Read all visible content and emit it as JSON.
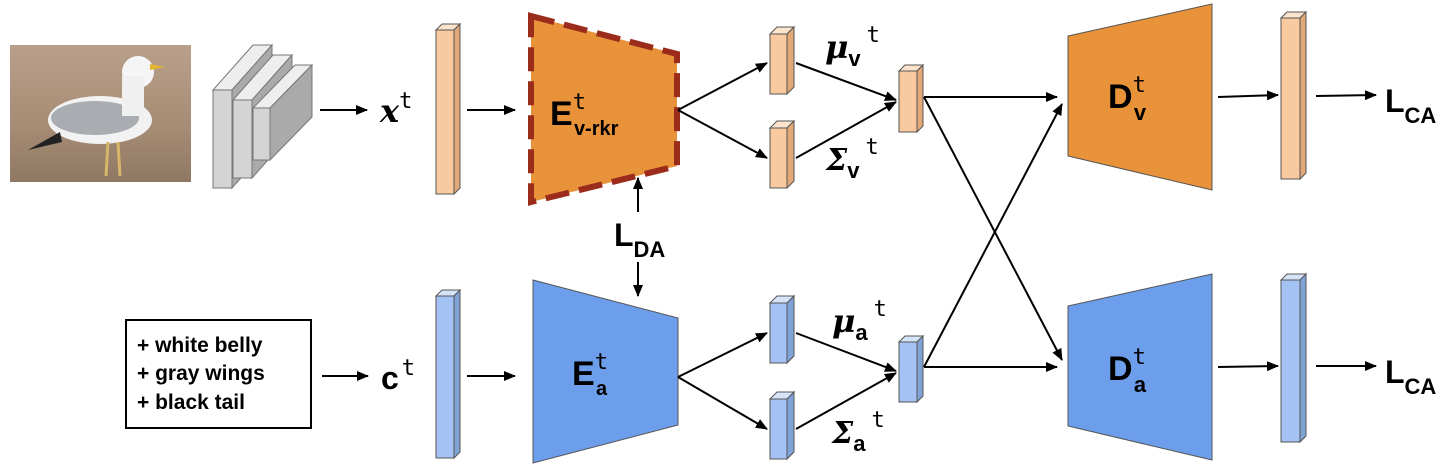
{
  "colors": {
    "orange_block": "#e8923a",
    "orange_light": "#f9c9a0",
    "orange_dash": "#9b2b1a",
    "blue_block": "#6d9eeb",
    "blue_light": "#a4c2f4",
    "gray_filter": "#cccccc",
    "arrow": "#000000"
  },
  "image": {
    "subject": "seagull-photo"
  },
  "attributes": [
    "+ white belly",
    "+ gray wings",
    "+ black tail"
  ],
  "labels": {
    "x_sym": "x",
    "x_sup": "t",
    "c_sym": "c",
    "c_sup": "t",
    "ev_main": "E",
    "ev_sup": "t",
    "ev_sub": "v-rkr",
    "ea_main": "E",
    "ea_sup": "t",
    "ea_sub": "a",
    "dv_main": "D",
    "dv_sup": "t",
    "dv_sub": "v",
    "da_main": "D",
    "da_sup": "t",
    "da_sub": "a",
    "mu_v_main": "μ",
    "mu_v_sub": "v",
    "mu_v_sup": "t",
    "sig_v_main": "Σ",
    "sig_v_sub": "v",
    "sig_v_sup": "t",
    "mu_a_main": "μ",
    "mu_a_sub": "a",
    "mu_a_sup": "t",
    "sig_a_main": "Σ",
    "sig_a_sub": "a",
    "sig_a_sup": "t",
    "lda_main": "L",
    "lda_sub": "DA",
    "lca_top_main": "L",
    "lca_top_sub": "CA",
    "lca_bot_main": "L",
    "lca_bot_sub": "CA"
  }
}
